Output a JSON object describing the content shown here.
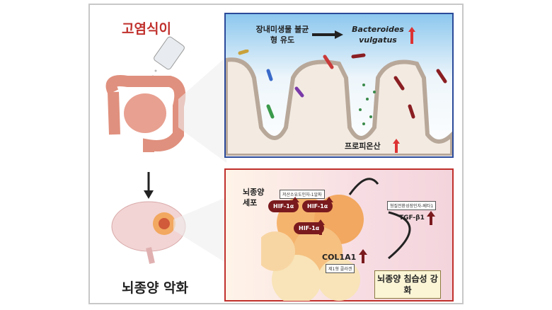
{
  "left": {
    "diet_label": "고염식이",
    "outcome_label": "뇌종양 악화"
  },
  "gut_panel": {
    "dysbiosis_label": "장내미생물 불균형 유도",
    "bacteria_label": "Bacteroides vulgatus",
    "metabolite_label": "프로피온산"
  },
  "tumor_panel": {
    "cell_label": "뇌종양 세포",
    "hif_kr_label": "저산소유도인자-1알파",
    "hif_label": "HIF-1α",
    "tgf_kr_label": "형질전환성장인자-베타1",
    "tgf_label": "TGF-β1",
    "col_label": "COL1A1",
    "col_kr_label": "제1형 콜라겐",
    "result_label": "뇌종양 침습성 강화"
  },
  "colors": {
    "red": "#c0302c",
    "blue": "#2b4a9a",
    "arrow_up": "#7a1a1e"
  }
}
